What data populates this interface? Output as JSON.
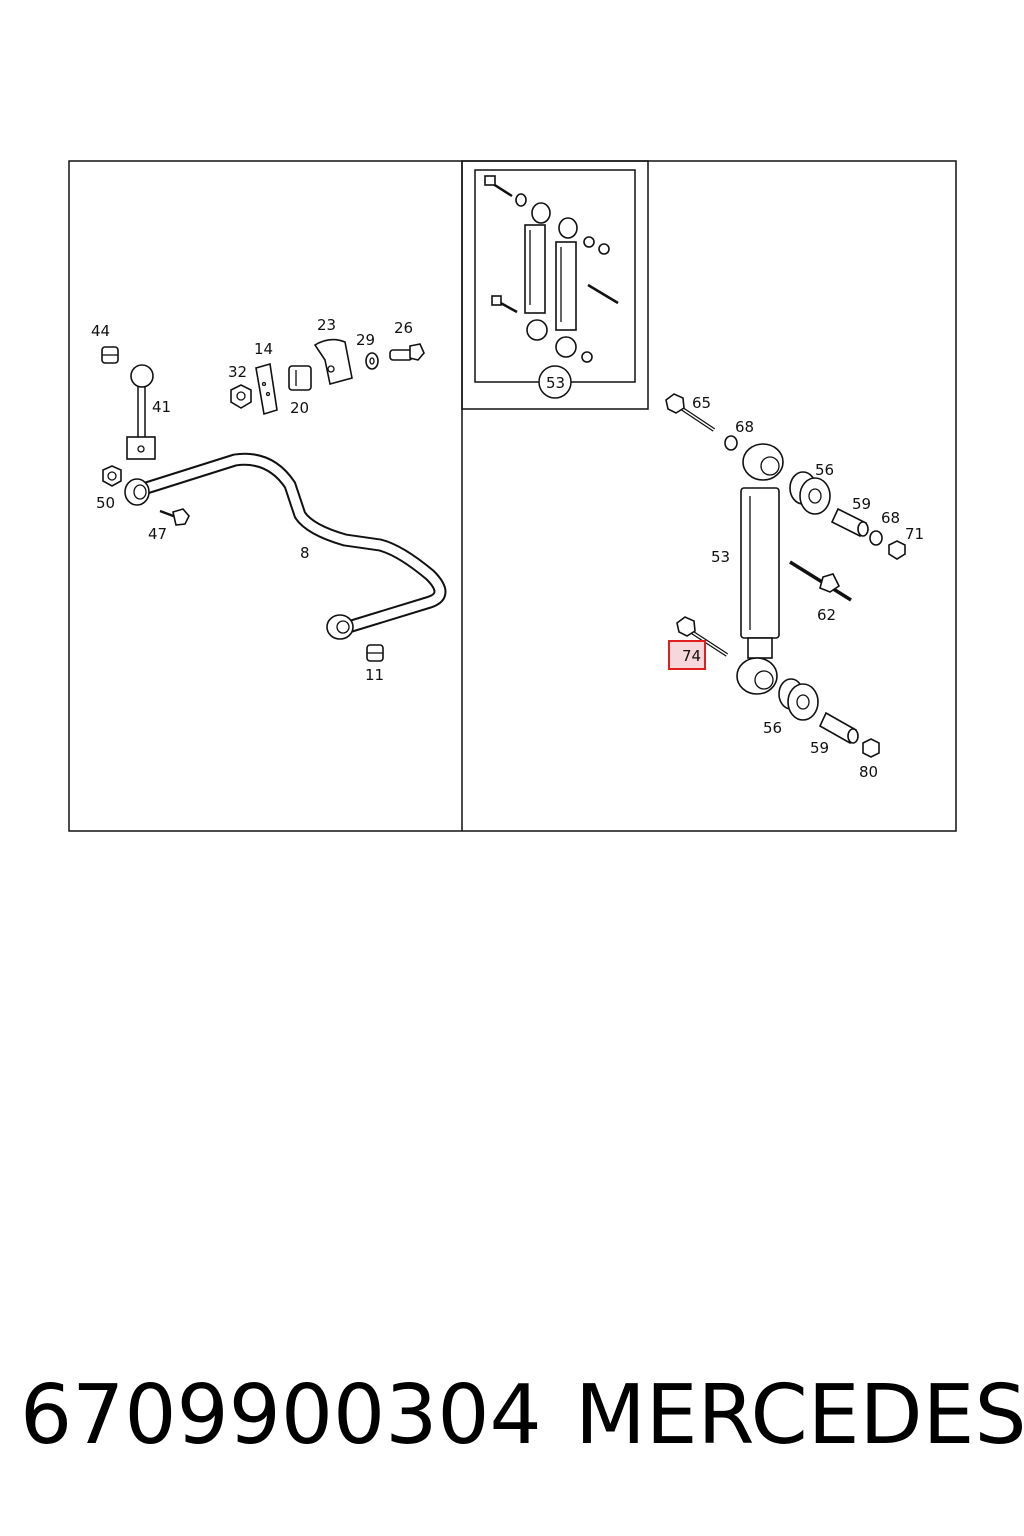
{
  "diagram": {
    "highlight_color": "#e02020",
    "highlight_fill": "#f6d7dc",
    "callouts": {
      "c44": "44",
      "c41": "41",
      "c14": "14",
      "c32": "32",
      "c20": "20",
      "c23": "23",
      "c29": "29",
      "c26": "26",
      "c50": "50",
      "c47": "47",
      "c8": "8",
      "c11": "11",
      "c53_inset": "53",
      "c65": "65",
      "c68a": "68",
      "c56a": "56",
      "c59a": "59",
      "c68b": "68",
      "c71": "71",
      "c53": "53",
      "c62": "62",
      "c74": "74",
      "c56b": "56",
      "c59b": "59",
      "c80": "80"
    },
    "highlighted_callout": "74"
  },
  "caption": {
    "part_number": "6709900304",
    "brand": "MERCEDES"
  }
}
